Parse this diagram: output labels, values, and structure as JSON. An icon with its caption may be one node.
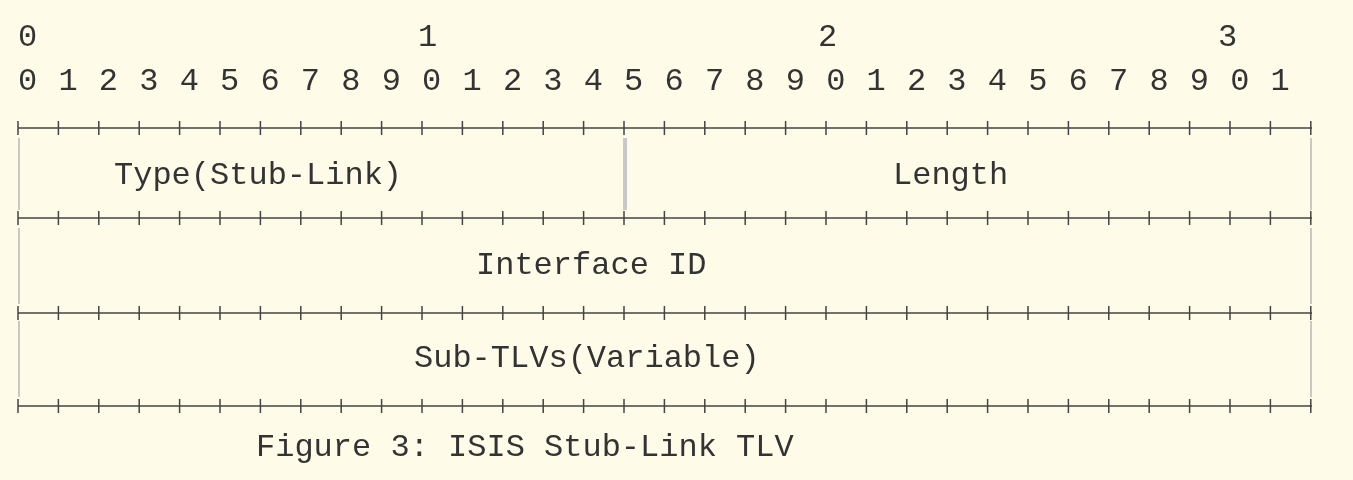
{
  "diagram": {
    "caption": "Figure 3: ISIS Stub-Link TLV",
    "nodes": [
      {
        "text": [
          "Type(Stub-Link)"
        ]
      },
      {
        "text": [
          "Length"
        ]
      },
      {
        "text": [
          "Interface ID"
        ]
      },
      {
        "text": [
          "Sub-TLVs(Variable)"
        ]
      }
    ],
    "labels": [
      "0",
      "1",
      "2",
      "3",
      "0 1 2 3 4 5 6 7 8 9 0 1 2 3 4 5 6 7 8 9 0 1 2 3 4 5 6 7 8 9 0 1"
    ]
  }
}
